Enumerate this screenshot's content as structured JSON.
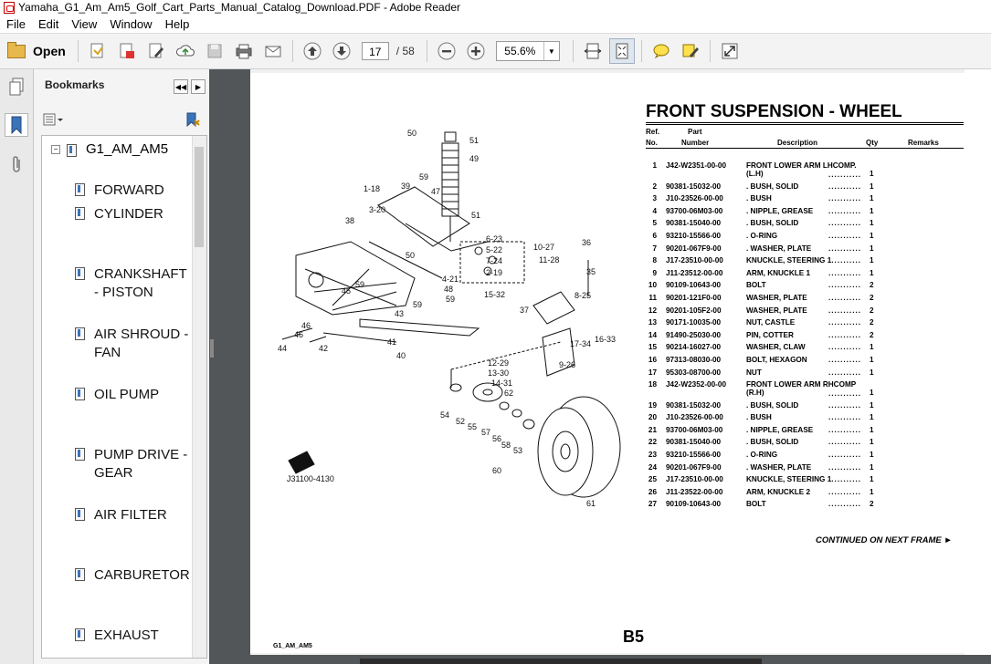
{
  "window": {
    "title": "Yamaha_G1_Am_Am5_Golf_Cart_Parts_Manual_Catalog_Download.PDF - Adobe Reader"
  },
  "menu": [
    "File",
    "Edit",
    "View",
    "Window",
    "Help"
  ],
  "toolbar": {
    "open_label": "Open",
    "page_current": "17",
    "page_total": "/ 58",
    "zoom": "55.6%"
  },
  "bookmarks": {
    "header": "Bookmarks",
    "root": "G1_AM_AM5",
    "items": [
      {
        "label": "FORWARD"
      },
      {
        "label": "CYLINDER"
      },
      {
        "label": "CRANKSHAFT - PISTON"
      },
      {
        "label": "AIR SHROUD - FAN"
      },
      {
        "label": "OIL PUMP"
      },
      {
        "label": "PUMP DRIVE - GEAR"
      },
      {
        "label": "AIR FILTER"
      },
      {
        "label": "CARBURETOR"
      },
      {
        "label": "EXHAUST"
      }
    ]
  },
  "document": {
    "title": "FRONT SUSPENSION - WHEEL",
    "col_ref": "Ref.",
    "col_no": "No.",
    "col_part": "Part",
    "col_number": "Number",
    "col_desc": "Description",
    "col_qty": "Qty",
    "col_remarks": "Remarks",
    "parts": [
      {
        "ref": "1",
        "num": "J42-W2351-00-00",
        "desc": "FRONT LOWER ARM LHCOMP.",
        "desc2": "(L.H)",
        "qty": "1"
      },
      {
        "ref": "2",
        "num": "90381-15032-00",
        "desc": ". BUSH, SOLID",
        "qty": "1"
      },
      {
        "ref": "3",
        "num": "J10-23526-00-00",
        "desc": ". BUSH",
        "qty": "1"
      },
      {
        "ref": "4",
        "num": "93700-06M03-00",
        "desc": ". NIPPLE, GREASE",
        "qty": "1"
      },
      {
        "ref": "5",
        "num": "90381-15040-00",
        "desc": ". BUSH, SOLID",
        "qty": "1"
      },
      {
        "ref": "6",
        "num": "93210-15566-00",
        "desc": ". O-RING",
        "qty": "1"
      },
      {
        "ref": "7",
        "num": "90201-067F9-00",
        "desc": ". WASHER, PLATE",
        "qty": "1"
      },
      {
        "ref": "8",
        "num": "J17-23510-00-00",
        "desc": "KNUCKLE, STEERING 1",
        "qty": "1"
      },
      {
        "ref": "9",
        "num": "J11-23512-00-00",
        "desc": "ARM, KNUCKLE 1",
        "qty": "1"
      },
      {
        "ref": "10",
        "num": "90109-10643-00",
        "desc": "BOLT",
        "qty": "2"
      },
      {
        "ref": "11",
        "num": "90201-121F0-00",
        "desc": "WASHER, PLATE",
        "qty": "2"
      },
      {
        "ref": "12",
        "num": "90201-105F2-00",
        "desc": "WASHER, PLATE",
        "qty": "2"
      },
      {
        "ref": "13",
        "num": "90171-10035-00",
        "desc": "NUT, CASTLE",
        "qty": "2"
      },
      {
        "ref": "14",
        "num": "91490-25030-00",
        "desc": "PIN, COTTER",
        "qty": "2"
      },
      {
        "ref": "15",
        "num": "90214-16027-00",
        "desc": "WASHER, CLAW",
        "qty": "1"
      },
      {
        "ref": "16",
        "num": "97313-08030-00",
        "desc": "BOLT, HEXAGON",
        "qty": "1"
      },
      {
        "ref": "17",
        "num": "95303-08700-00",
        "desc": "NUT",
        "qty": "1"
      },
      {
        "ref": "18",
        "num": "J42-W2352-00-00",
        "desc": "FRONT LOWER ARM RHCOMP",
        "desc2": "(R.H)",
        "qty": "1"
      },
      {
        "ref": "19",
        "num": "90381-15032-00",
        "desc": ". BUSH, SOLID",
        "qty": "1"
      },
      {
        "ref": "20",
        "num": "J10-23526-00-00",
        "desc": ". BUSH",
        "qty": "1"
      },
      {
        "ref": "21",
        "num": "93700-06M03-00",
        "desc": ". NIPPLE, GREASE",
        "qty": "1"
      },
      {
        "ref": "22",
        "num": "90381-15040-00",
        "desc": ". BUSH, SOLID",
        "qty": "1"
      },
      {
        "ref": "23",
        "num": "93210-15566-00",
        "desc": ". O-RING",
        "qty": "1"
      },
      {
        "ref": "24",
        "num": "90201-067F9-00",
        "desc": ". WASHER, PLATE",
        "qty": "1"
      },
      {
        "ref": "25",
        "num": "J17-23510-00-00",
        "desc": "KNUCKLE, STEERING 1",
        "qty": "1"
      },
      {
        "ref": "26",
        "num": "J11-23522-00-00",
        "desc": "ARM, KNUCKLE 2",
        "qty": "1"
      },
      {
        "ref": "27",
        "num": "90109-10643-00",
        "desc": "BOLT",
        "qty": "2"
      }
    ],
    "continued": "CONTINUED ON NEXT FRAME ►",
    "page_label": "B5",
    "footer_code": "G1_AM_AM5",
    "diagram_code": "J31100-4130"
  }
}
